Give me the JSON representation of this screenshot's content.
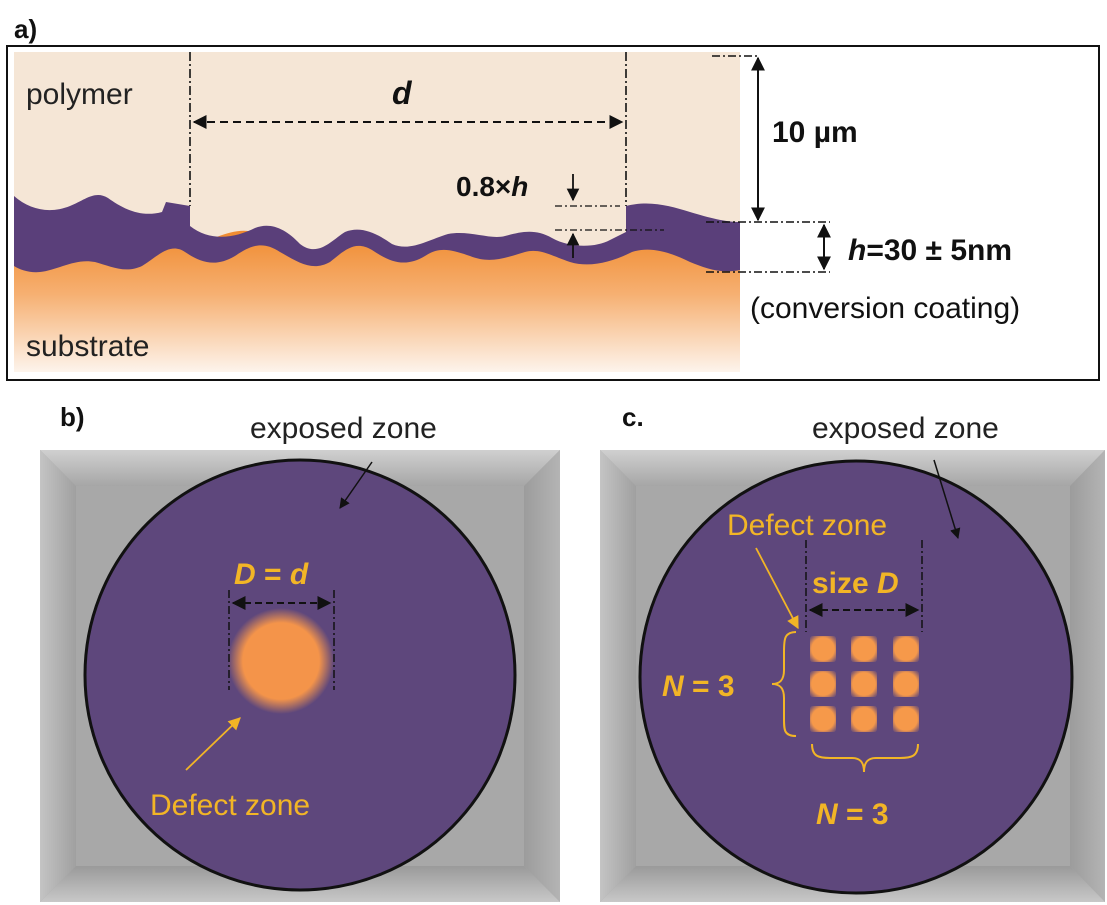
{
  "panel_a": {
    "tag": "a)",
    "polymer_label": "polymer",
    "substrate_label": "substrate",
    "d_label": "d",
    "thickness_label": "10 µm",
    "scaled_prefix": "0.8×",
    "scaled_var": "h",
    "h_var": "h",
    "h_value": "=30 ± 5nm",
    "coating_label": "(conversion coating)"
  },
  "panel_b": {
    "tag": "b)",
    "exposed_label": "exposed zone",
    "defect_label": "Defect zone",
    "size_var_1": "D",
    "size_eq": " = ",
    "size_var_2": "d"
  },
  "panel_c": {
    "tag": "c.",
    "exposed_label": "exposed zone",
    "defect_label": "Defect zone",
    "size_prefix": "size ",
    "size_var": "D",
    "n_var": "N",
    "n_left_value": " = 3",
    "n_bottom_value": " = 3"
  },
  "colors": {
    "polymer": "#f5e6d6",
    "coating": "#5a3f7a",
    "substrate": "#f39235",
    "exposed": "#5e477c",
    "frame": "#a8a8a8",
    "defect": "#f4944a",
    "label_orange": "#f2b526"
  }
}
